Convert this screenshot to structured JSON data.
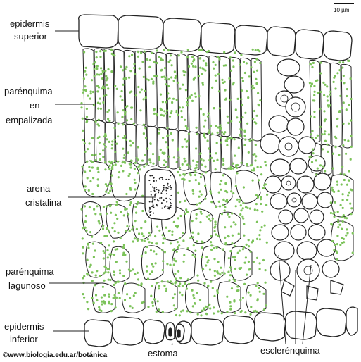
{
  "labels": {
    "epidermis_superior_1": "epidermis",
    "epidermis_superior_2": "superior",
    "parenquima_empalizada_1": "parénquima",
    "parenquima_empalizada_2": "en",
    "parenquima_empalizada_3": "empalizada",
    "arena_cristalina_1": "arena",
    "arena_cristalina_2": "cristalina",
    "parenquima_lagunoso_1": "parénquima",
    "parenquima_lagunoso_2": "lagunoso",
    "epidermis_inferior_1": "epidermis",
    "epidermis_inferior_2": "inferior",
    "estoma": "estoma",
    "esclerenquima": "esclerénquima"
  },
  "scale_bar": "10 µm",
  "credit": "©www.biologia.edu.ar/botánica",
  "colors": {
    "outline": "#222222",
    "chloroplast": "#7cc35a",
    "background": "#ffffff"
  }
}
